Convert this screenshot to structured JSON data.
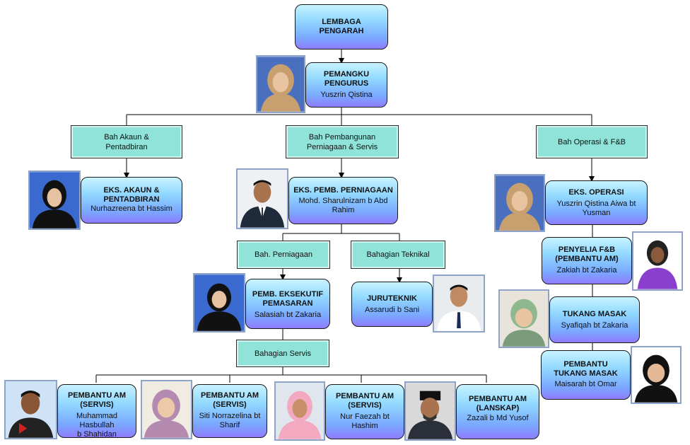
{
  "board": {
    "title_l1": "LEMBAGA",
    "title_l2": "PENGARAH"
  },
  "manager": {
    "title_l1": "PEMANGKU",
    "title_l2": "PENGURUS",
    "name": "Yuszrin Qistina"
  },
  "depts": {
    "akaun": {
      "l1": "Bah Akaun &",
      "l2": "Pentadbiran"
    },
    "pembangunan": {
      "l1": "Bah Pembangunan",
      "l2": "Perniagaan & Servis"
    },
    "operasi": {
      "l1": "Bah Operasi & F&B"
    },
    "perniagaan": {
      "l1": "Bah. Perniagaan"
    },
    "teknikal": {
      "l1": "Bahagian Teknikal"
    },
    "servis": {
      "l1": "Bahagian Servis"
    }
  },
  "staff": {
    "eks_akaun": {
      "t1": "EKS. AKAUN &",
      "t2": "PENTADBIRAN",
      "n1": "Nurhazreena bt Hassim"
    },
    "eks_perniagaan": {
      "t1": "EKS. PEMB. PERNIAGAAN",
      "n1": "Mohd. Sharulnizam b Abd",
      "n2": "Rahim"
    },
    "eks_operasi": {
      "t1": "EKS. OPERASI",
      "n1": "Yuszrin Qistina Aiwa bt",
      "n2": "Yusman"
    },
    "penyelia": {
      "t1": "PENYELIA F&B",
      "t2": "(PEMBANTU AM)",
      "n1": "Zakiah bt Zakaria"
    },
    "tukang_masak": {
      "t1": "TUKANG MASAK",
      "n1": "Syafiqah bt Zakaria"
    },
    "pembantu_tukang": {
      "t1": "PEMBANTU",
      "t2": "TUKANG MASAK",
      "n1": "Maisarah bt Omar"
    },
    "pemasaran": {
      "t1": "PEMB. EKSEKUTIF",
      "t2": "PEMASARAN",
      "n1": "Salasiah bt Zakaria"
    },
    "juruteknik": {
      "t1": "JURUTEKNIK",
      "n1": "Assarudi b Sani"
    },
    "am1": {
      "t1": "PEMBANTU AM",
      "t2": "(SERVIS)",
      "n1": "Muhammad Hasbullah",
      "n2": "b Shahidan"
    },
    "am2": {
      "t1": "PEMBANTU AM",
      "t2": "(SERVIS)",
      "n1": "Siti Norrazelina bt",
      "n2": "Sharif"
    },
    "am3": {
      "t1": "PEMBANTU AM",
      "t2": "(SERVIS)",
      "n1": "Nur Faezah bt",
      "n2": "Hashim"
    },
    "am4": {
      "t1": "PEMBANTU AM",
      "t2": "(LANSKAP)",
      "n1": "Zazali b Md Yusof"
    }
  },
  "colors": {
    "box_top": "#c8f3ff",
    "box_bottom": "#8e7cff",
    "dept": "#8fe3d8",
    "line": "#000000"
  }
}
